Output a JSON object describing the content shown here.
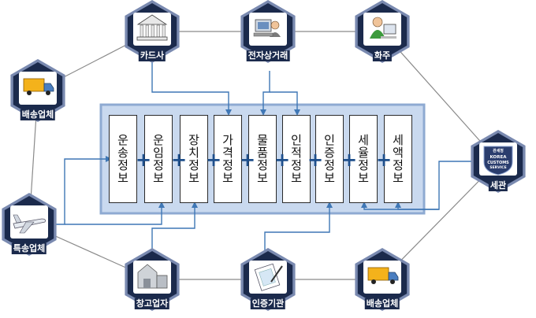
{
  "nodes": [
    {
      "id": "card",
      "label": "카드사",
      "icon": "bank-icon"
    },
    {
      "id": "ecommerce",
      "label": "전자상거래",
      "icon": "computer-user-icon"
    },
    {
      "id": "shipper",
      "label": "화주",
      "icon": "person-at-computer-icon"
    },
    {
      "id": "delivery-top",
      "label": "배송업체",
      "icon": "delivery-truck-icon"
    },
    {
      "id": "customs",
      "label": "세관",
      "icon": "korea-customs-service-logo-icon"
    },
    {
      "id": "express",
      "label": "특송업체",
      "icon": "airplane-icon"
    },
    {
      "id": "warehouse",
      "label": "창고업자",
      "icon": "warehouse-icon"
    },
    {
      "id": "certification",
      "label": "인증기관",
      "icon": "certificate-document-icon"
    },
    {
      "id": "delivery-bottom",
      "label": "배송업체",
      "icon": "delivery-truck-icon"
    }
  ],
  "info_boxes": [
    "운송정보",
    "운임정보",
    "장치정보",
    "가격정보",
    "물품정보",
    "인적정보",
    "인증정보",
    "세율정보",
    "세액정보"
  ],
  "customs_logo_text": [
    "관세청",
    "KOREA",
    "CUSTOMS",
    "SERVICE"
  ],
  "colors": {
    "hex_fill": "#1b2a4c",
    "hex_border": "#7a8ab0",
    "panel_fill": "#c9d9ef",
    "panel_border": "#8eaad2",
    "arrow": "#3f77b5",
    "ring_line": "#8a8a8a"
  }
}
